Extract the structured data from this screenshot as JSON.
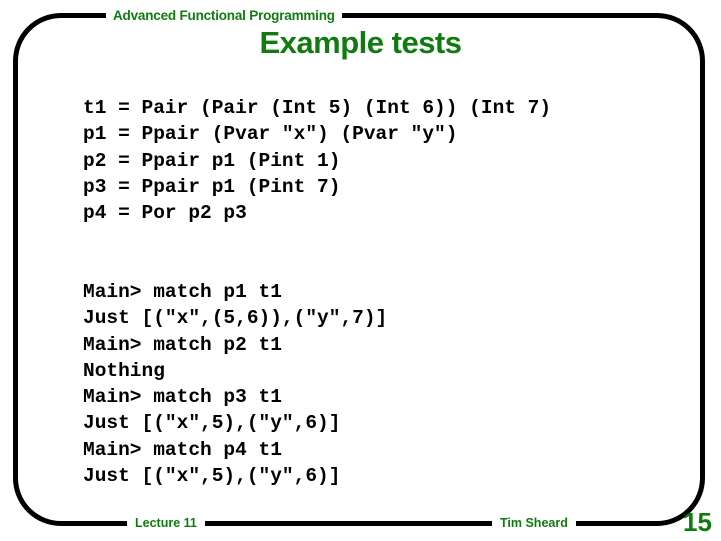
{
  "header": {
    "course": "Advanced Functional Programming",
    "title": "Example tests"
  },
  "code": {
    "definitions": [
      "t1 = Pair (Pair (Int 5) (Int 6)) (Int 7)",
      "p1 = Ppair (Pvar \"x\") (Pvar \"y\")",
      "p2 = Ppair p1 (Pint 1)",
      "p3 = Ppair p1 (Pint 7)",
      "p4 = Por p2 p3"
    ],
    "session": [
      "Main> match p1 t1",
      "Just [(\"x\",(5,6)),(\"y\",7)]",
      "Main> match p2 t1",
      "Nothing",
      "Main> match p3 t1",
      "Just [(\"x\",5),(\"y\",6)]",
      "Main> match p4 t1",
      "Just [(\"x\",5),(\"y\",6)]"
    ]
  },
  "footer": {
    "lecture": "Lecture 11",
    "author": "Tim Sheard",
    "page_number": "15"
  },
  "colors": {
    "accent_green": "#107c10",
    "border_black": "#000000",
    "background": "#ffffff"
  }
}
